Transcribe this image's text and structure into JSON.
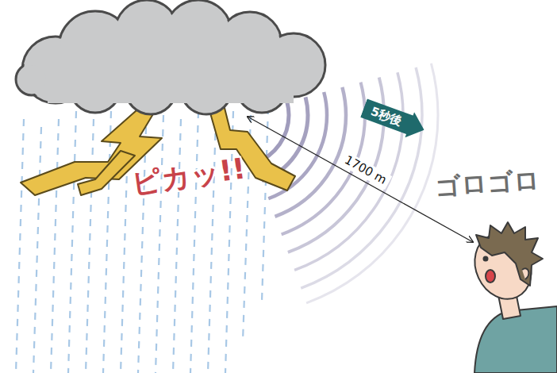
{
  "diagram": {
    "nodes": [
      {
        "text": [
          "5秒後"
        ]
      }
    ],
    "labels": [
      "1700 m",
      "ピカッ!!",
      "ゴロゴロ"
    ]
  }
}
